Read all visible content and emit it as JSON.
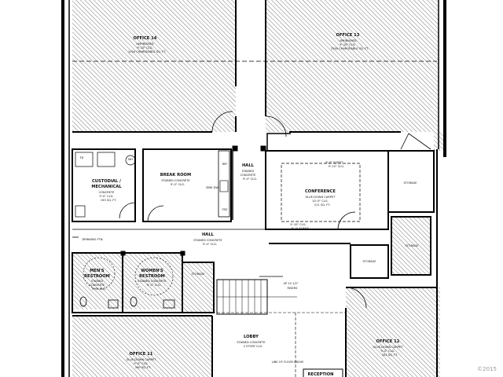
{
  "rooms": [
    {
      "key": "office14",
      "lines": [
        "OFFICE 14",
        "UNFINISHED",
        "9'-10\" CLG.",
        "1034 CHARGEABLE SQ. FT."
      ]
    },
    {
      "key": "office13",
      "lines": [
        "OFFICE 13",
        "UNFINISHED",
        "9'-10\" CLG.",
        "2240 CHARGEABLE SQ. FT."
      ]
    },
    {
      "key": "custodial",
      "lines": [
        "CUSTODIAL /",
        "MECHANICAL",
        "CONCRETE",
        "9'-0\" CLG.",
        "150 SQ. FT."
      ]
    },
    {
      "key": "breakroom",
      "lines": [
        "BREAK ROOM",
        "STAINED CONCRETE",
        "9'-0\" CLG."
      ]
    },
    {
      "key": "hall_upper",
      "lines": [
        "HALL",
        "STAINED",
        "CONCRETE",
        "9'-0\" CLG."
      ]
    },
    {
      "key": "conference",
      "lines": [
        "CONFERENCE",
        "GLUE-DOWN CARPET",
        "10'-0\" CLG.",
        "211 SQ. FT."
      ]
    },
    {
      "key": "soffit_top",
      "lines": [
        "8'-0\" SOFFIT",
        "9'-10\" CLG."
      ]
    },
    {
      "key": "soffit_bottom",
      "lines": [
        "9'-10\" CLG.",
        "8'-0\" SOFFIT"
      ]
    },
    {
      "key": "hall_main",
      "lines": [
        "HALL",
        "STAINED CONCRETE",
        "9'-0\" CLG."
      ]
    },
    {
      "key": "mens",
      "lines": [
        "MEN'S",
        "RESTROOM",
        "STAINED",
        "CONCRETE",
        "9'-0\" CLG."
      ]
    },
    {
      "key": "womens",
      "lines": [
        "WOMEN'S",
        "RESTROOM",
        "STAINED CONCRETE",
        "9'-0\" CLG."
      ]
    },
    {
      "key": "office11",
      "lines": [
        "OFFICE 11",
        "GLUE-DOWN CARPET",
        "9'-0\" CLG.",
        "260 SQ. FT."
      ]
    },
    {
      "key": "lobby",
      "lines": [
        "LOBBY",
        "STAINED CONCRETE",
        "2 STORY CLG."
      ]
    },
    {
      "key": "office12",
      "lines": [
        "OFFICE 12",
        "GLUE-DOWN CARPET",
        "9'-0\" CLG.",
        "341 SQ. FT."
      ]
    },
    {
      "key": "reception",
      "lines": [
        "RECEPTION"
      ]
    }
  ],
  "small_labels": {
    "storage_right": "STORAGE",
    "storage_mid": "STORAGE",
    "storage_lower_right": "STORAGE",
    "storage_left": "STORAGE",
    "drinking_fountain": "DRINKING FTN.",
    "stairs_up": "UP 10 1/2\"",
    "risers": "RISERS",
    "refrigerator": "REF",
    "freezer": "FRZ",
    "sink_dw": "SINK DW",
    "fd": "FD",
    "wh": "WH",
    "floor_above": "LINE OF FLOOR ABOVE"
  },
  "watermark": "©2015"
}
